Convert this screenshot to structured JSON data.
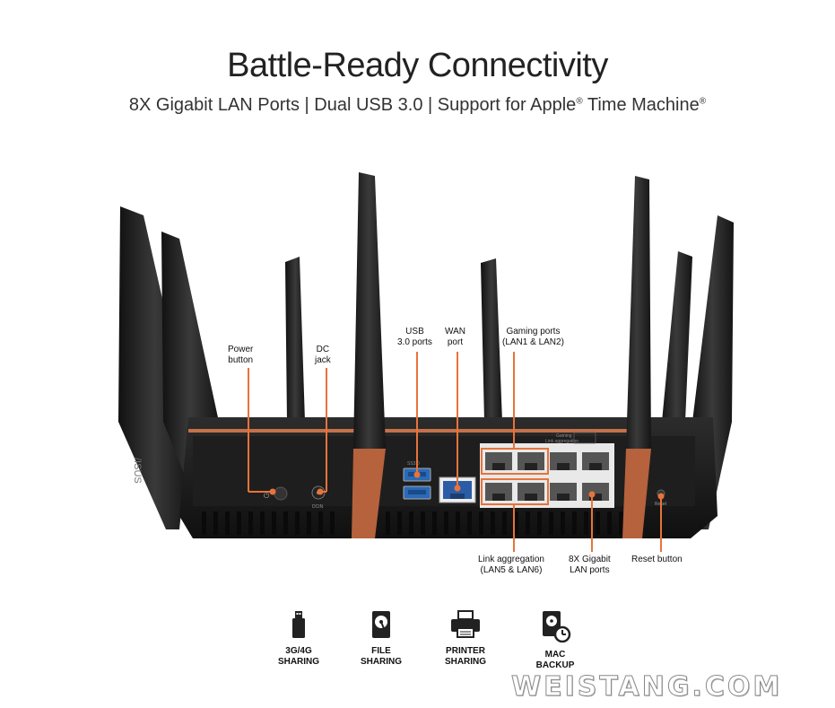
{
  "header": {
    "title": "Battle-Ready Connectivity",
    "subtitle_parts": [
      "8X Gigabit LAN Ports | Dual USB 3.0 | Support for Apple",
      "®",
      " Time Machine",
      "®"
    ]
  },
  "callouts": {
    "power": [
      "Power",
      "button"
    ],
    "dc": [
      "DC",
      "jack"
    ],
    "usb": [
      "USB",
      "3.0 ports"
    ],
    "wan": [
      "WAN",
      "port"
    ],
    "gaming": [
      "Gaming ports",
      "(LAN1 & LAN2)"
    ],
    "link": [
      "Link aggregation",
      "(LAN5 & LAN6)"
    ],
    "lan": [
      "8X Gigabit",
      "LAN ports"
    ],
    "reset": [
      "Reset button"
    ]
  },
  "device_labels": {
    "brand": "/ISUS",
    "usb_tag": "SS3.0",
    "dc_tag": "DCIN",
    "reset_tag": "Reset",
    "gaming_tag": "Gaming",
    "link_tag": "Link aggregation"
  },
  "features": [
    {
      "icon": "usb-dongle-icon",
      "line1": "3G/4G",
      "line2": "SHARING"
    },
    {
      "icon": "hard-drive-icon",
      "line1": "FILE",
      "line2": "SHARING"
    },
    {
      "icon": "printer-icon",
      "line1": "PRINTER",
      "line2": "SHARING"
    },
    {
      "icon": "mac-backup-icon",
      "line1": "MAC",
      "line2": "BACKUP"
    }
  ],
  "watermark": "WEISTANG.COM",
  "colors": {
    "accent": "#e8733a",
    "copper": "#c4714a",
    "body": "#1c1c1c"
  }
}
